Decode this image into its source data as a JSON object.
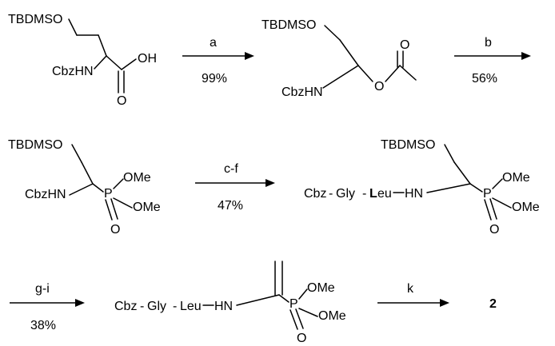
{
  "atoms": {
    "tbdmso": "TBDMSO",
    "cbzhn": "CbzHN",
    "oh": "OH",
    "o": "O",
    "p": "P",
    "ome": "OMe",
    "hn": "HN",
    "cbz": "Cbz",
    "gly": "Gly",
    "leu": "Leu",
    "dash": "-",
    "leu_bold_letter": "L",
    "leu_rest": "eu"
  },
  "steps": [
    {
      "reagent": "a",
      "yield": "99%"
    },
    {
      "reagent": "b",
      "yield": "56%"
    },
    {
      "reagent": "c-f",
      "yield": "47%"
    },
    {
      "reagent": "g-i",
      "yield": "38%"
    },
    {
      "reagent": "k",
      "yield": ""
    }
  ],
  "product": "2"
}
